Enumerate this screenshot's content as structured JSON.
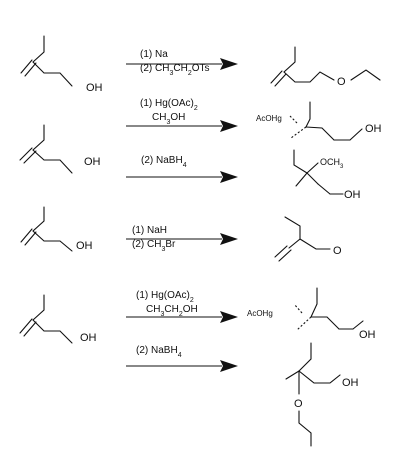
{
  "labels": {
    "oh": "OH",
    "o": "O",
    "acohg": "AcOHg",
    "och3": "OCH",
    "sub3": "3"
  },
  "rows": [
    {
      "reagent_line1": "(1) Na",
      "reagent_line2": {
        "pre": "(2) CH",
        "s1": "3",
        "mid": "CH",
        "s2": "2",
        "post": "OTs"
      }
    },
    {
      "reagent_line1": {
        "pre": "(1) Hg(OAc)",
        "s1": "2"
      },
      "reagent_line2": {
        "pre": "CH",
        "s1": "3",
        "post": "OH"
      },
      "reagent_step2": {
        "pre": "(2) NaBH",
        "s1": "4"
      }
    },
    {
      "reagent_line1": "(1) NaH",
      "reagent_line2": {
        "pre": "(2) CH",
        "s1": "3",
        "post": "Br"
      }
    },
    {
      "reagent_line1": {
        "pre": "(1) Hg(OAc)",
        "s1": "2"
      },
      "reagent_line2": {
        "pre": "CH",
        "s1": "3",
        "mid": "CH",
        "s2": "2",
        "post": "OH"
      },
      "reagent_step2": {
        "pre": "(2) NaBH",
        "s1": "4"
      }
    }
  ]
}
